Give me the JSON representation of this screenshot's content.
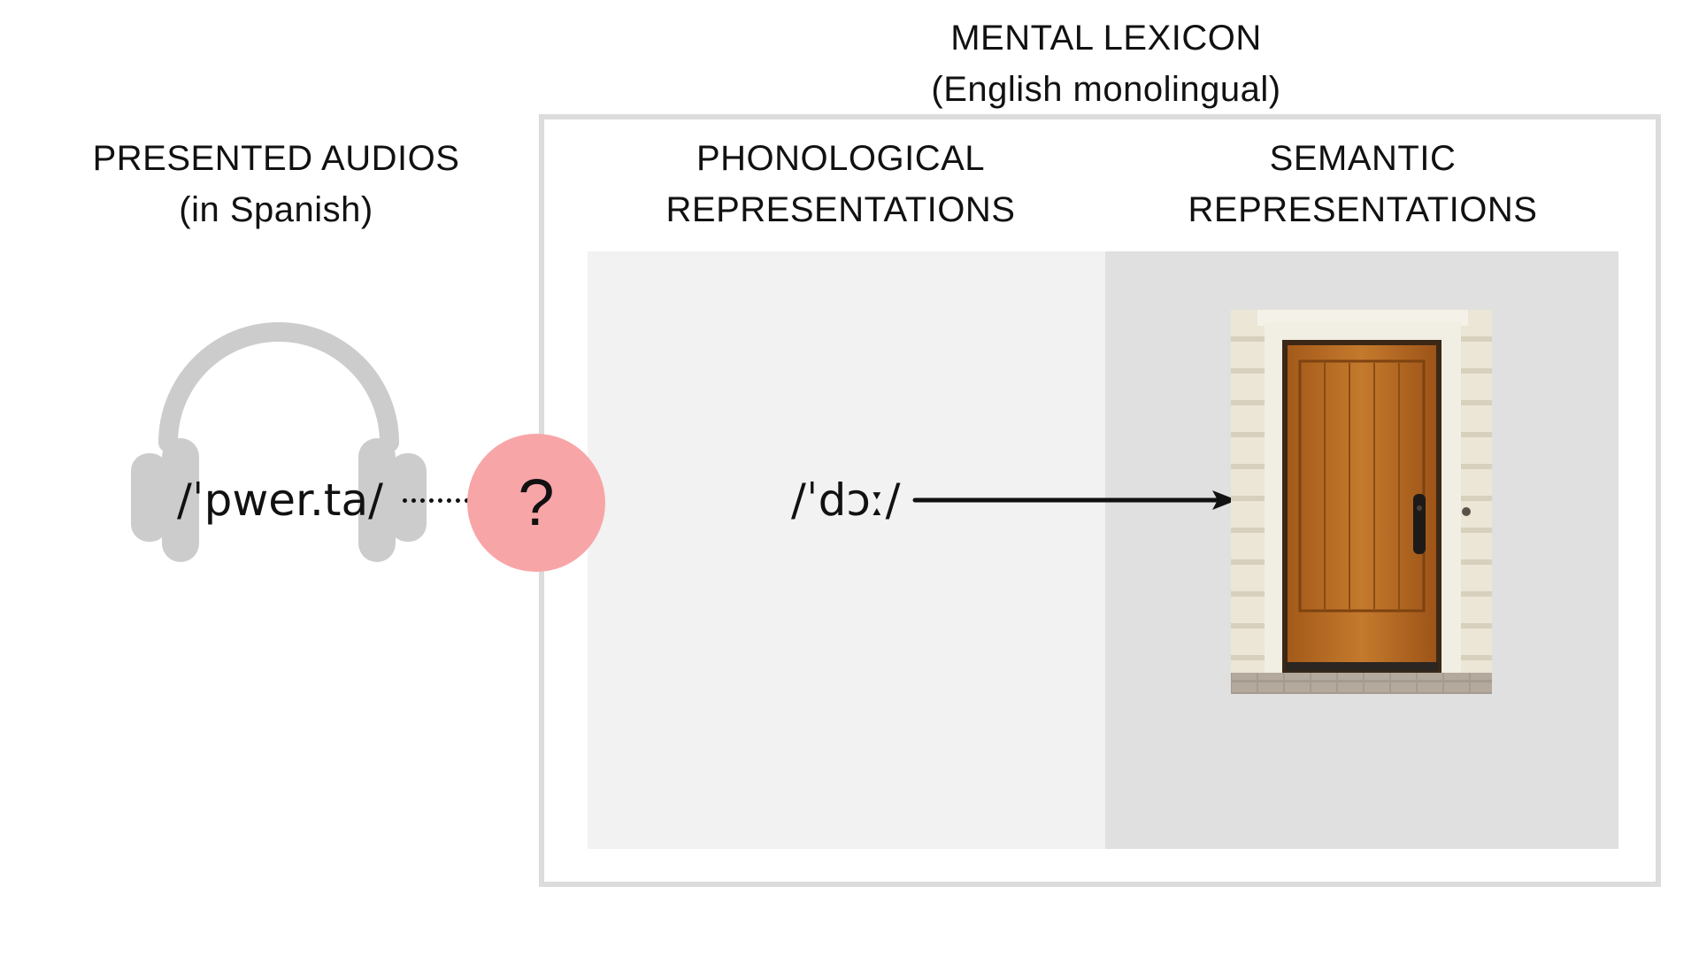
{
  "lexicon": {
    "title_line1": "MENTAL LEXICON",
    "title_line2": "(English monolingual)"
  },
  "audio": {
    "title_line1": "PRESENTED AUDIOS",
    "title_line2": "(in Spanish)",
    "transcription": "/ˈpwer.ta/",
    "icon": "headphones-icon"
  },
  "phonological": {
    "title_line1": "PHONOLOGICAL",
    "title_line2": "REPRESENTATIONS",
    "transcription": "/ˈdɔː/"
  },
  "semantic": {
    "title_line1": "SEMANTIC",
    "title_line2": "REPRESENTATIONS",
    "image": "wooden-door"
  },
  "question": {
    "symbol": "?"
  },
  "colors": {
    "question_circle": "#f8a5a8",
    "headphones": "#cccccc",
    "lexicon_border": "#dcdcdc",
    "phonological_panel": "#f2f2f2",
    "semantic_panel": "#e0e0e0",
    "door_wood": "#b8681f",
    "siding": "#e9e4d3"
  }
}
